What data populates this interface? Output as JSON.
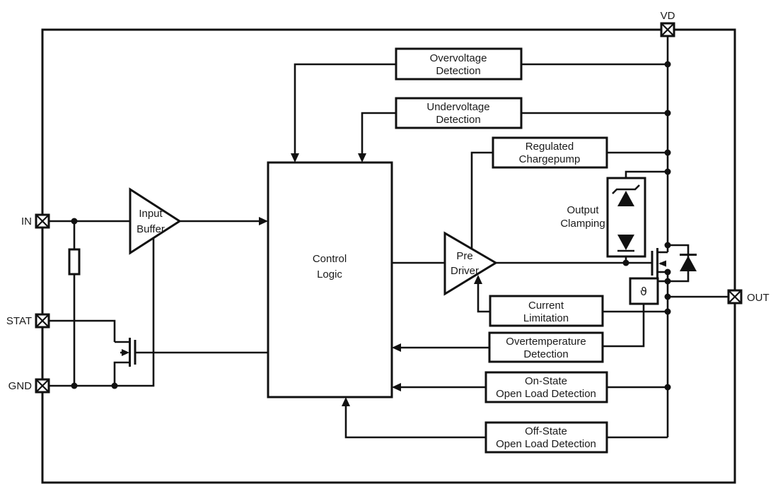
{
  "diagram_type": "ic-block-diagram",
  "pins": {
    "in": "IN",
    "stat": "STAT",
    "gnd": "GND",
    "vd": "VD",
    "out": "OUT"
  },
  "blocks": {
    "input_buffer": [
      "Input",
      "Buffer"
    ],
    "control_logic": [
      "Control",
      "Logic"
    ],
    "pre_driver": [
      "Pre",
      "Driver"
    ],
    "overvoltage_detection": [
      "Overvoltage",
      "Detection"
    ],
    "undervoltage_detection": [
      "Undervoltage",
      "Detection"
    ],
    "regulated_chargepump": [
      "Regulated",
      "Chargepump"
    ],
    "output_clamping": [
      "Output",
      "Clamping"
    ],
    "current_limitation": [
      "Current",
      "Limitation"
    ],
    "overtemperature_detection": [
      "Overtemperature",
      "Detection"
    ],
    "on_state_open_load": [
      "On-State",
      "Open Load Detection"
    ],
    "off_state_open_load": [
      "Off-State",
      "Open Load Detection"
    ],
    "temperature_sensor": "ϑ"
  },
  "colors": {
    "line": "#111111",
    "text": "#1a1a1a",
    "background": "#ffffff"
  }
}
